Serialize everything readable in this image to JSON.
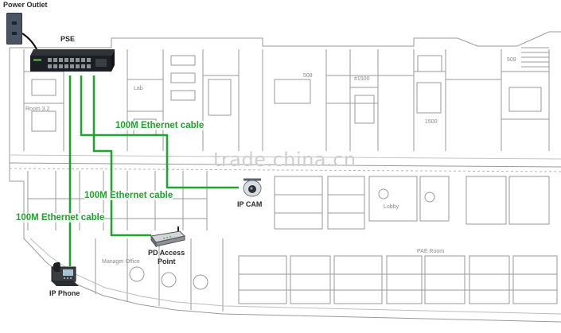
{
  "diagram": {
    "labels": {
      "power_outlet": "Power Outlet",
      "pse": "PSE",
      "ip_cam": "IP CAM",
      "pd_access_point_line1": "PD Access",
      "pd_access_point_line2": "Point",
      "ip_phone": "IP Phone"
    },
    "cables": [
      {
        "label": "100M Ethernet cable"
      },
      {
        "label": "100M Ethernet cable"
      },
      {
        "label": "100M Ethernet cable"
      }
    ],
    "watermark": "trade.china.cn",
    "room_tags": [
      "Room 3.2",
      "508",
      "Lab",
      "#1500",
      "509",
      "1500",
      "PAE Room",
      "Lobby",
      "Manager Office"
    ],
    "colors": {
      "cable": "#1fa52e",
      "plan_lines": "#9a9a9a",
      "label_text": "#2b2b2b",
      "switch_body": "#1b1e22",
      "outlet_plate": "#4a5564"
    },
    "icons": [
      "power-outlet-icon",
      "pse-switch-icon",
      "ip-camera-icon",
      "access-point-icon",
      "ip-phone-icon"
    ]
  }
}
